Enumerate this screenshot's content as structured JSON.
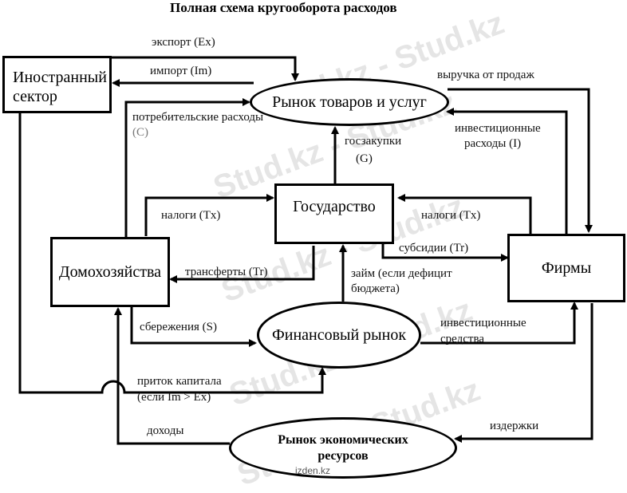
{
  "title": "Полная схема кругооборота расходов",
  "nodes": {
    "foreign": "Иностранный сектор",
    "goods_market": "Рынок товаров и услуг",
    "government": "Государство",
    "households": "Домохозяйства",
    "firms": "Фирмы",
    "financial_market": "Финансовый рынок",
    "resources_market": "Рынок экономических ресурсов"
  },
  "flows": {
    "export": "экспорт (Ex)",
    "import": "импорт (Im)",
    "consumption": "потребительские расходы",
    "consumption_c": "(C)",
    "revenue": "выручка от продаж",
    "investment1": "инвестиционные",
    "investment2": "расходы (I)",
    "gov_purchases": "госзакупки",
    "gov_purchases_g": "(G)",
    "taxes_hh": "налоги (Tx)",
    "taxes_firms": "налоги (Tx)",
    "subsidies": "субсидии (Tr)",
    "transfers": "трансферты (Tr)",
    "loan1": "займ (если дефицит",
    "loan2": "бюджета)",
    "savings": "сбережения (S)",
    "inv_funds1": "инвестиционные",
    "inv_funds2": "средства",
    "capital_inflow1": "приток капитала",
    "capital_inflow2": "(если Im > Ex)",
    "incomes": "доходы",
    "costs": "издержки"
  },
  "watermark": "Stud.kz - Stud.kz",
  "credit": "izden.kz"
}
